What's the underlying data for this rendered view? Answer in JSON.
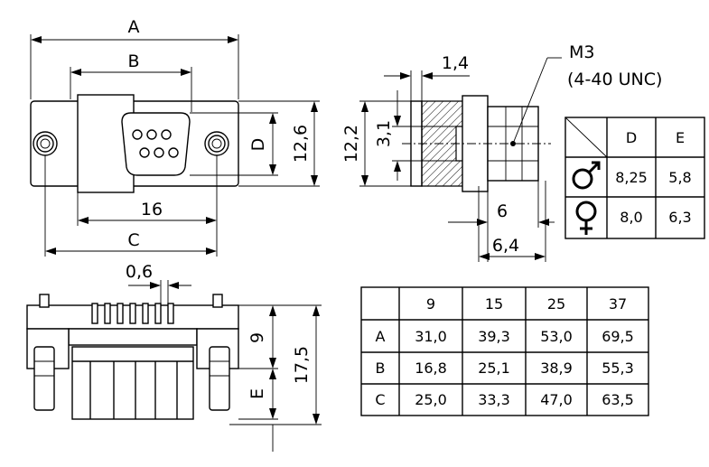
{
  "front_view": {
    "dim_A": "A",
    "dim_B": "B",
    "dim_C": "C",
    "dim_D": "D",
    "dim_16": "16",
    "dim_12_6": "12,6"
  },
  "side_view": {
    "thread": "M3",
    "thread_alt": "(4-40 UNC)",
    "dim_1_4": "1,4",
    "dim_3_1": "3,1",
    "dim_12_2": "12,2",
    "dim_6": "6",
    "dim_6_4": "6,4"
  },
  "bottom_view": {
    "dim_0_6": "0,6",
    "dim_9": "9",
    "dim_E": "E",
    "dim_17_5": "17,5"
  },
  "gender_table": {
    "headers": [
      "D",
      "E"
    ],
    "rows": [
      {
        "symbol": "male-symbol-icon",
        "values": [
          "8,25",
          "5,8"
        ]
      },
      {
        "symbol": "female-symbol-icon",
        "values": [
          "8,0",
          "6,3"
        ]
      }
    ]
  },
  "size_table": {
    "headers": [
      "9",
      "15",
      "25",
      "37"
    ],
    "rows": [
      {
        "label": "A",
        "values": [
          "31,0",
          "39,3",
          "53,0",
          "69,5"
        ]
      },
      {
        "label": "B",
        "values": [
          "16,8",
          "25,1",
          "38,9",
          "55,3"
        ]
      },
      {
        "label": "C",
        "values": [
          "25,0",
          "33,3",
          "47,0",
          "63,5"
        ]
      }
    ]
  }
}
